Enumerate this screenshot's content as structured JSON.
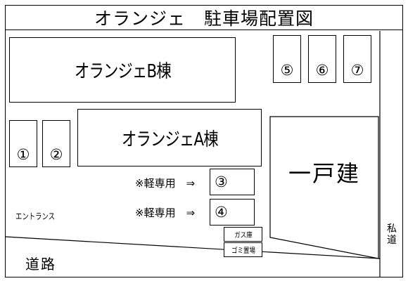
{
  "title": "オランジェ　駐車場配置図",
  "buildings": {
    "b": "オランジェB棟",
    "a": "オランジェA棟",
    "house": "一戸建"
  },
  "spots": {
    "s1": "①",
    "s2": "②",
    "s3": "③",
    "s4": "④",
    "s5": "⑤",
    "s6": "⑥",
    "s7": "⑦"
  },
  "kei_note": "※軽専用　⇒",
  "facilities": {
    "gas": "ガス庫",
    "garbage": "ゴミ置場"
  },
  "entrance": "エントランス",
  "road": "道路",
  "private_road": "私道"
}
